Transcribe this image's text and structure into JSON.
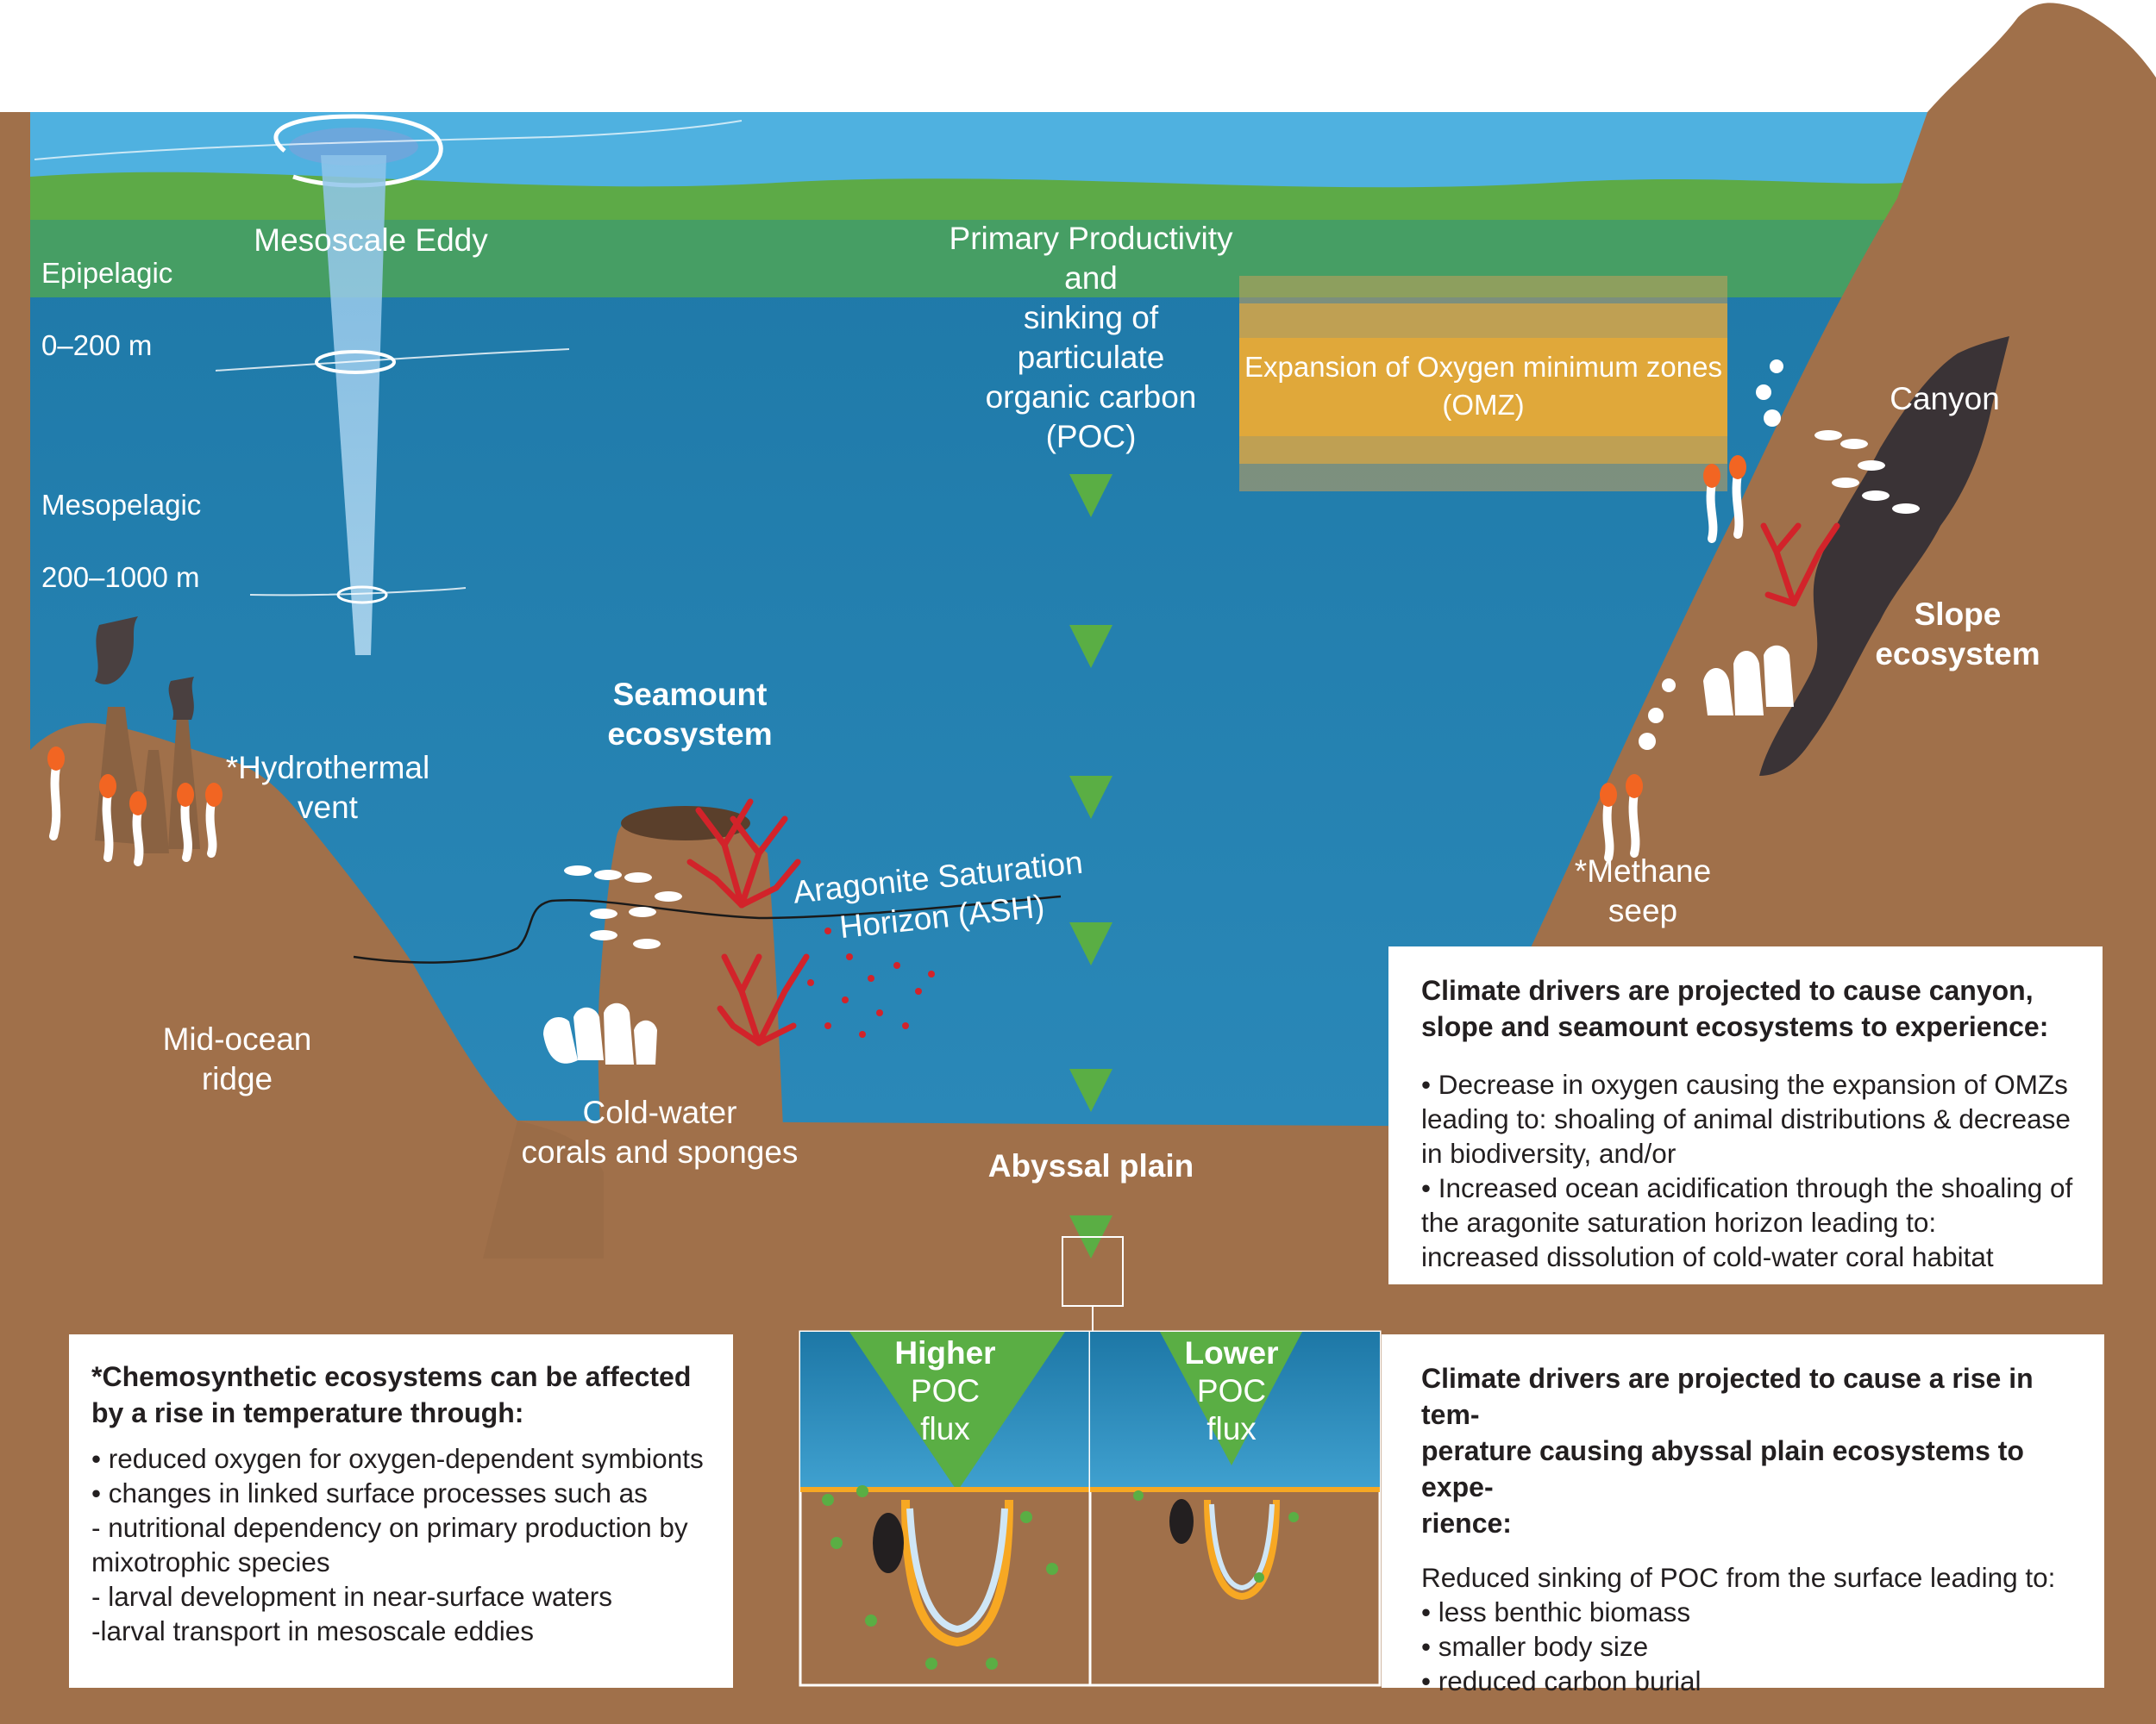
{
  "colors": {
    "surface": "#4fb1e0",
    "epipelagic_band": "#5daa47",
    "deep_water": "#1e78a8",
    "sediment": "#a0704a",
    "omz": "#e0a83a",
    "coral_red": "#d2232a",
    "poc_arrow": "#5aae44",
    "canyon_dark": "#3a3336"
  },
  "zones": {
    "epipelagic": {
      "name": "Epipelagic",
      "depth": "0–200 m"
    },
    "mesopelagic": {
      "name": "Mesopelagic",
      "depth": "200–1000 m"
    }
  },
  "labels": {
    "eddy": "Mesoscale Eddy",
    "productivity": "Primary Productivity\nand\nsinking of\nparticulate\norganic carbon\n(POC)",
    "omz": "Expansion of Oxygen minimum zones\n(OMZ)",
    "canyon": "Canyon",
    "slope": "Slope\necosystem",
    "seamount": "Seamount\necosystem",
    "hydrothermal": "*Hydrothermal\nvent",
    "ash": "Aragonite Saturation\nHorizon (ASH)",
    "methane": "*Methane\nseep",
    "ridge": "Mid-ocean\nridge",
    "corals": "Cold-water\ncorals and sponges",
    "abyssal": "Abyssal plain"
  },
  "poc_panels": {
    "higher": {
      "title": "Higher",
      "line1": "POC",
      "line2": "flux"
    },
    "lower": {
      "title": "Lower",
      "line1": "POC",
      "line2": "flux"
    }
  },
  "box_canyon": {
    "heading": "Climate drivers are projected to cause canyon,\nslope and seamount ecosystems to experience:",
    "items": [
      "• Decrease in oxygen causing the expansion of OMZs\n   leading to: shoaling of animal distributions & decrease\n   in biodiversity, and/or",
      "• Increased ocean acidification through the shoaling of\n   the aragonite saturation horizon leading to:\n   increased dissolution of cold-water coral habitat"
    ]
  },
  "box_chemo": {
    "heading": "*Chemosynthetic ecosystems can be affected\n  by a rise in temperature through:",
    "items": [
      "  • reduced oxygen for oxygen-dependent symbionts",
      "  • changes in linked surface processes such as",
      "    - nutritional dependency on primary production by\n       mixotrophic species",
      "    - larval development in near-surface waters",
      "    -larval transport in mesoscale eddies"
    ]
  },
  "box_abyssal": {
    "heading": "Climate drivers  are projected to cause a rise in tem-\nperature causing abyssal plain ecosystems to expe-\nrience:",
    "lead": "Reduced sinking of POC from the surface leading to:",
    "items": [
      "• less benthic biomass",
      "• smaller body size",
      "• reduced carbon burial"
    ]
  }
}
